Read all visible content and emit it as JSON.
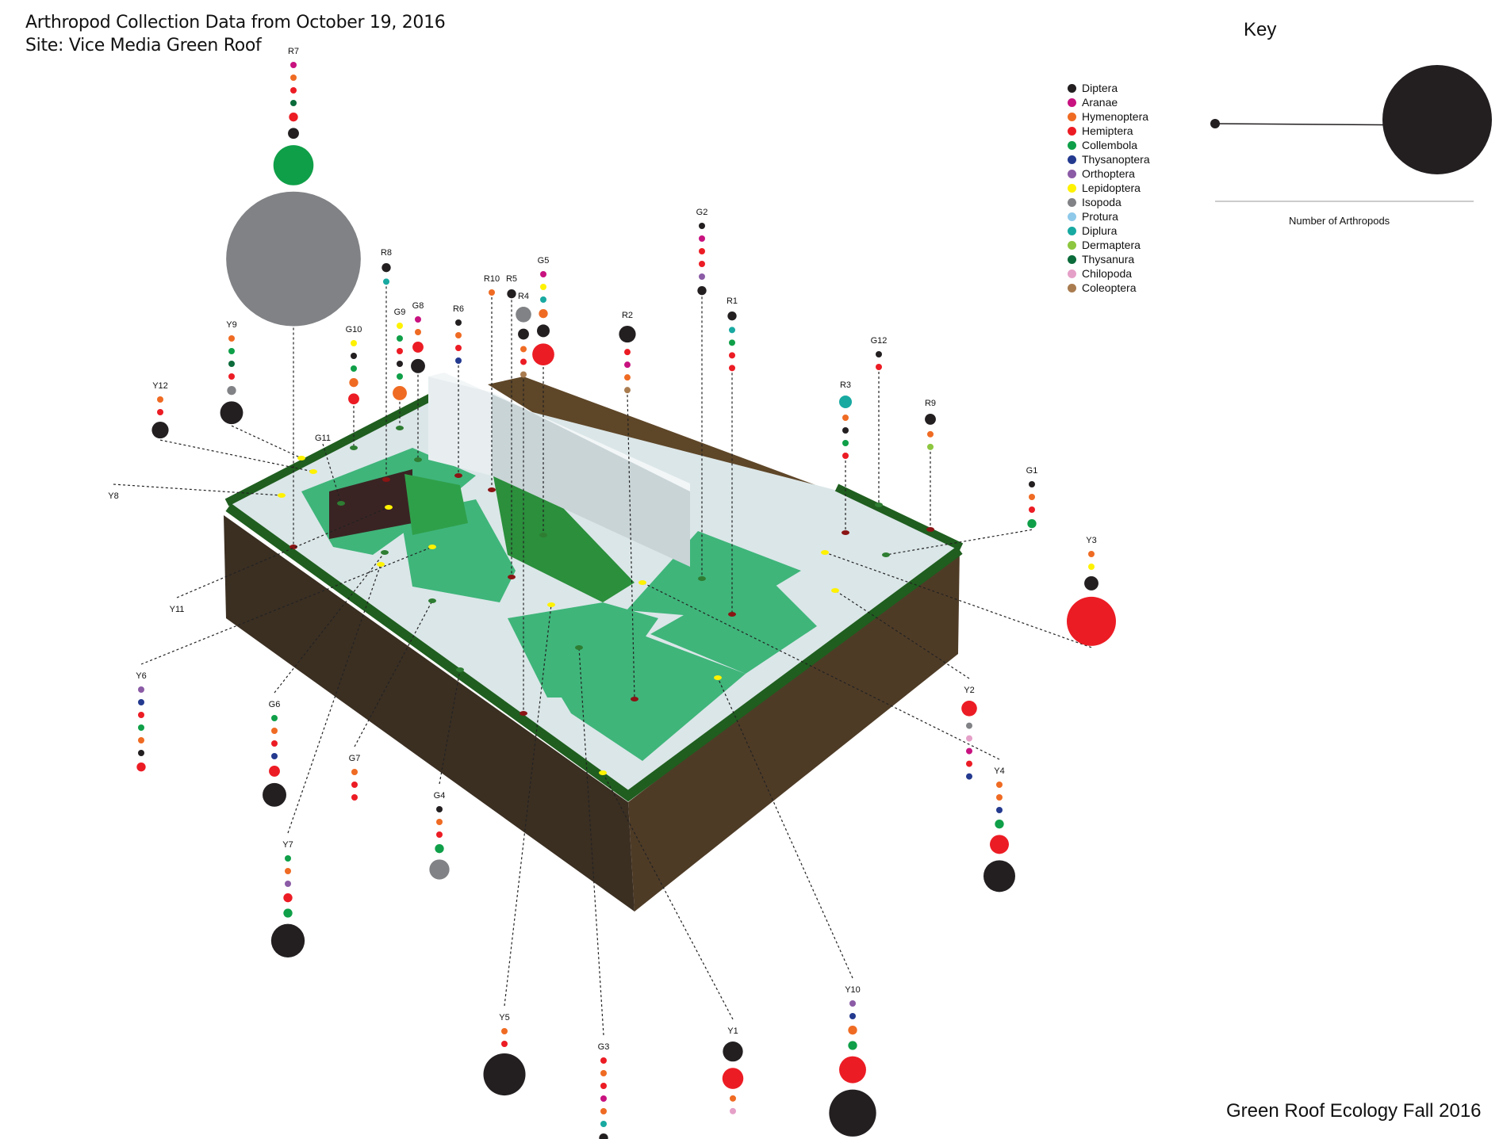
{
  "header": {
    "title": "Arthropod Collection Data from October 19, 2016",
    "subtitle": "Site: Vice Media Green Roof"
  },
  "key": {
    "title": "Key",
    "scale_label": "Number of Arthropods",
    "taxa": [
      {
        "name": "Diptera",
        "color": "#231f20"
      },
      {
        "name": "Aranae",
        "color": "#c8127f"
      },
      {
        "name": "Hymenoptera",
        "color": "#ef6b23"
      },
      {
        "name": "Hemiptera",
        "color": "#ec1c24"
      },
      {
        "name": "Collembola",
        "color": "#0f9f48"
      },
      {
        "name": "Thysanoptera",
        "color": "#243a8f"
      },
      {
        "name": "Orthoptera",
        "color": "#8b5ba6"
      },
      {
        "name": "Lepidoptera",
        "color": "#fff200"
      },
      {
        "name": "Isopoda",
        "color": "#808285"
      },
      {
        "name": "Protura",
        "color": "#8ec9ea"
      },
      {
        "name": "Diplura",
        "color": "#18a9a1"
      },
      {
        "name": "Dermaptera",
        "color": "#8dc63f"
      },
      {
        "name": "Thysanura",
        "color": "#0b6b3a"
      },
      {
        "name": "Chilopoda",
        "color": "#e5a0c8"
      },
      {
        "name": "Coleoptera",
        "color": "#a97c50"
      }
    ]
  },
  "footer": "Green Roof Ecology Fall 2016",
  "samples": [
    {
      "id": "R7",
      "counts": [
        [
          "Aranae",
          1
        ],
        [
          "Hymenoptera",
          1
        ],
        [
          "Hemiptera",
          1
        ],
        [
          "Thysanura",
          1
        ],
        [
          "Hemiptera",
          2
        ],
        [
          "Diptera",
          3
        ],
        [
          "Collembola",
          40
        ],
        [
          "Isopoda",
          450
        ]
      ]
    },
    {
      "id": "R8",
      "counts": [
        [
          "Diptera",
          2
        ],
        [
          "Diplura",
          1
        ]
      ]
    },
    {
      "id": "R10",
      "counts": [
        [
          "Hymenoptera",
          1
        ]
      ]
    },
    {
      "id": "R5",
      "counts": [
        [
          "Diptera",
          2
        ]
      ]
    },
    {
      "id": "R4",
      "counts": [
        [
          "Isopoda",
          6
        ],
        [
          "Diptera",
          3
        ],
        [
          "Hymenoptera",
          1
        ],
        [
          "Hemiptera",
          1
        ],
        [
          "Coleoptera",
          1
        ]
      ]
    },
    {
      "id": "G5",
      "counts": [
        [
          "Aranae",
          1
        ],
        [
          "Lepidoptera",
          1
        ],
        [
          "Diplura",
          1
        ],
        [
          "Hymenoptera",
          2
        ],
        [
          "Diptera",
          4
        ],
        [
          "Hemiptera",
          12
        ]
      ]
    },
    {
      "id": "R6",
      "counts": [
        [
          "Diptera",
          1
        ],
        [
          "Hymenoptera",
          1
        ],
        [
          "Hemiptera",
          1
        ],
        [
          "Thysanoptera",
          1
        ]
      ]
    },
    {
      "id": "G8",
      "counts": [
        [
          "Aranae",
          1
        ],
        [
          "Hymenoptera",
          1
        ],
        [
          "Hemiptera",
          3
        ],
        [
          "Diptera",
          5
        ]
      ]
    },
    {
      "id": "G9",
      "counts": [
        [
          "Lepidoptera",
          1
        ],
        [
          "Collembola",
          1
        ],
        [
          "Hemiptera",
          1
        ],
        [
          "Diptera",
          1
        ],
        [
          "Collembola",
          1
        ],
        [
          "Hymenoptera",
          5
        ]
      ]
    },
    {
      "id": "G10",
      "counts": [
        [
          "Lepidoptera",
          1
        ],
        [
          "Diptera",
          1
        ],
        [
          "Collembola",
          1
        ],
        [
          "Hymenoptera",
          2
        ],
        [
          "Hemiptera",
          3
        ]
      ]
    },
    {
      "id": "Y9",
      "counts": [
        [
          "Hymenoptera",
          1
        ],
        [
          "Collembola",
          1
        ],
        [
          "Thysanura",
          1
        ],
        [
          "Hemiptera",
          1
        ],
        [
          "Isopoda",
          2
        ],
        [
          "Diptera",
          13
        ]
      ]
    },
    {
      "id": "Y12",
      "counts": [
        [
          "Hymenoptera",
          1
        ],
        [
          "Hemiptera",
          1
        ],
        [
          "Diptera",
          7
        ]
      ]
    },
    {
      "id": "G11",
      "counts": []
    },
    {
      "id": "Y8",
      "counts": []
    },
    {
      "id": "R2",
      "counts": [
        [
          "Diptera",
          7
        ],
        [
          "Hemiptera",
          1
        ],
        [
          "Aranae",
          1
        ],
        [
          "Hymenoptera",
          1
        ],
        [
          "Coleoptera",
          1
        ]
      ]
    },
    {
      "id": "G2",
      "counts": [
        [
          "Diptera",
          1
        ],
        [
          "Aranae",
          1
        ],
        [
          "Hemiptera",
          1
        ],
        [
          "Hemiptera",
          1
        ],
        [
          "Orthoptera",
          1
        ],
        [
          "Diptera",
          2
        ]
      ]
    },
    {
      "id": "R1",
      "counts": [
        [
          "Diptera",
          2
        ],
        [
          "Diplura",
          1
        ],
        [
          "Collembola",
          1
        ],
        [
          "Hemiptera",
          1
        ],
        [
          "Hemiptera",
          1
        ]
      ]
    },
    {
      "id": "G12",
      "counts": [
        [
          "Diptera",
          1
        ],
        [
          "Hemiptera",
          1
        ]
      ]
    },
    {
      "id": "R3",
      "counts": [
        [
          "Diplura",
          4
        ],
        [
          "Hymenoptera",
          1
        ],
        [
          "Diptera",
          1
        ],
        [
          "Collembola",
          1
        ],
        [
          "Hemiptera",
          1
        ]
      ]
    },
    {
      "id": "R9",
      "counts": [
        [
          "Diptera",
          3
        ],
        [
          "Hymenoptera",
          1
        ],
        [
          "Dermaptera",
          1
        ]
      ]
    },
    {
      "id": "G1",
      "counts": [
        [
          "Diptera",
          1
        ],
        [
          "Hymenoptera",
          1
        ],
        [
          "Hemiptera",
          1
        ],
        [
          "Collembola",
          2
        ]
      ]
    },
    {
      "id": "Y3",
      "counts": [
        [
          "Hymenoptera",
          1
        ],
        [
          "Lepidoptera",
          1
        ],
        [
          "Diptera",
          5
        ],
        [
          "Hemiptera",
          60
        ]
      ]
    },
    {
      "id": "Y11",
      "counts": []
    },
    {
      "id": "Y6",
      "counts": [
        [
          "Orthoptera",
          1
        ],
        [
          "Thysanoptera",
          1
        ],
        [
          "Hemiptera",
          1
        ],
        [
          "Collembola",
          1
        ],
        [
          "Hymenoptera",
          1
        ],
        [
          "Diptera",
          1
        ],
        [
          "Hemiptera",
          2
        ]
      ]
    },
    {
      "id": "G6",
      "counts": [
        [
          "Collembola",
          1
        ],
        [
          "Hymenoptera",
          1
        ],
        [
          "Hemiptera",
          1
        ],
        [
          "Thysanoptera",
          1
        ],
        [
          "Hemiptera",
          3
        ],
        [
          "Diptera",
          14
        ]
      ]
    },
    {
      "id": "G7",
      "counts": [
        [
          "Hymenoptera",
          1
        ],
        [
          "Hemiptera",
          1
        ],
        [
          "Hemiptera",
          1
        ]
      ]
    },
    {
      "id": "G4",
      "counts": [
        [
          "Diptera",
          1
        ],
        [
          "Hymenoptera",
          1
        ],
        [
          "Hemiptera",
          1
        ],
        [
          "Collembola",
          2
        ],
        [
          "Isopoda",
          10
        ]
      ]
    },
    {
      "id": "Y7",
      "counts": [
        [
          "Collembola",
          1
        ],
        [
          "Hymenoptera",
          1
        ],
        [
          "Orthoptera",
          1
        ],
        [
          "Hemiptera",
          2
        ],
        [
          "Collembola",
          2
        ],
        [
          "Diptera",
          28
        ]
      ]
    },
    {
      "id": "Y5",
      "counts": [
        [
          "Hymenoptera",
          1
        ],
        [
          "Hemiptera",
          1
        ],
        [
          "Diptera",
          44
        ]
      ]
    },
    {
      "id": "G3",
      "counts": [
        [
          "Hemiptera",
          1
        ],
        [
          "Hymenoptera",
          1
        ],
        [
          "Hemiptera",
          1
        ],
        [
          "Aranae",
          1
        ],
        [
          "Hymenoptera",
          1
        ],
        [
          "Diplura",
          1
        ],
        [
          "Diptera",
          2
        ]
      ]
    },
    {
      "id": "Y1",
      "counts": [
        [
          "Diptera",
          10
        ],
        [
          "Hemiptera",
          11
        ],
        [
          "Hymenoptera",
          1
        ],
        [
          "Chilopoda",
          1
        ]
      ]
    },
    {
      "id": "Y10",
      "counts": [
        [
          "Orthoptera",
          1
        ],
        [
          "Thysanoptera",
          1
        ],
        [
          "Hymenoptera",
          2
        ],
        [
          "Collembola",
          2
        ],
        [
          "Hemiptera",
          18
        ],
        [
          "Diptera",
          55
        ]
      ]
    },
    {
      "id": "Y2",
      "counts": [
        [
          "Hemiptera",
          6
        ],
        [
          "Isopoda",
          1
        ],
        [
          "Chilopoda",
          1
        ],
        [
          "Aranae",
          1
        ],
        [
          "Hemiptera",
          1
        ],
        [
          "Thysanoptera",
          1
        ]
      ]
    },
    {
      "id": "Y4",
      "counts": [
        [
          "Hymenoptera",
          1
        ],
        [
          "Hymenoptera",
          1
        ],
        [
          "Thysanoptera",
          1
        ],
        [
          "Collembola",
          2
        ],
        [
          "Hemiptera",
          9
        ],
        [
          "Diptera",
          25
        ]
      ]
    }
  ]
}
